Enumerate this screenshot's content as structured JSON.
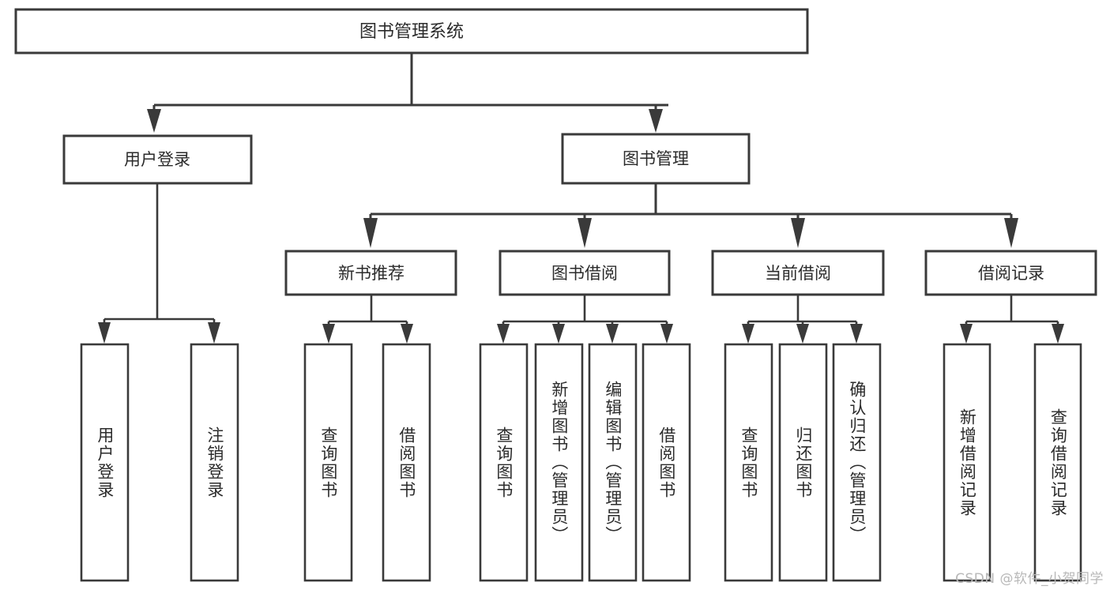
{
  "diagram": {
    "title": "图书管理系统",
    "type": "hierarchy-tree",
    "orientation": "top-down",
    "colors": {
      "background": "#ffffff",
      "box_stroke": "#3a3a3a",
      "box_fill": "#ffffff",
      "text": "#2b2b2b",
      "watermark": "#b8b8b8"
    },
    "levels": {
      "root": {
        "label": "图书管理系统"
      },
      "level2": [
        {
          "label": "用户登录"
        },
        {
          "label": "图书管理"
        }
      ],
      "level3": [
        {
          "label": "新书推荐"
        },
        {
          "label": "图书借阅"
        },
        {
          "label": "当前借阅"
        },
        {
          "label": "借阅记录"
        }
      ],
      "leaves": {
        "user_login": [
          {
            "label": "用户登录"
          },
          {
            "label": "注销登录"
          }
        ],
        "new_book_recommend": [
          {
            "label": "查询图书"
          },
          {
            "label": "借阅图书"
          }
        ],
        "book_borrow": [
          {
            "label": "查询图书"
          },
          {
            "label": "新增图书（管理员）"
          },
          {
            "label": "编辑图书（管理员）"
          },
          {
            "label": "借阅图书"
          }
        ],
        "current_borrow": [
          {
            "label": "查询图书"
          },
          {
            "label": "归还图书"
          },
          {
            "label": "确认归还（管理员）"
          }
        ],
        "borrow_record": [
          {
            "label": "新增借阅记录"
          },
          {
            "label": "查询借阅记录"
          }
        ]
      }
    },
    "watermark": "CSDN @软件_小贺同学"
  }
}
